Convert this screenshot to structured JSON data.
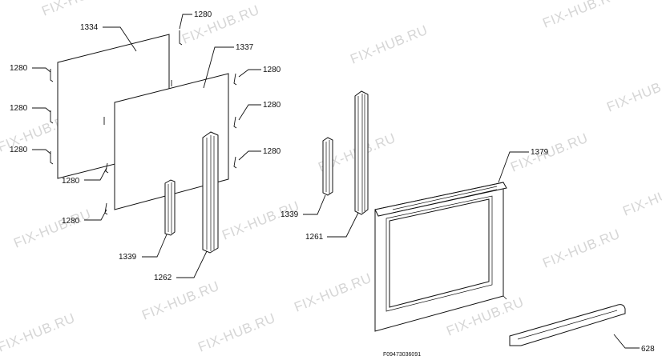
{
  "watermark": "FIX-HUB.RU",
  "labels": {
    "l1334": "1334",
    "l1280_top": "1280",
    "l1337": "1337",
    "l1280_l1": "1280",
    "l1280_l2": "1280",
    "l1280_l3": "1280",
    "l1280_l4": "1280",
    "l1280_l5": "1280",
    "l1280_r1": "1280",
    "l1280_r2": "1280",
    "l1280_r3": "1280",
    "l1339_a": "1339",
    "l1262": "1262",
    "l1339_b": "1339",
    "l1261": "1261",
    "l1379": "1379",
    "l628": "628"
  },
  "drawing_code": "F09473036091"
}
